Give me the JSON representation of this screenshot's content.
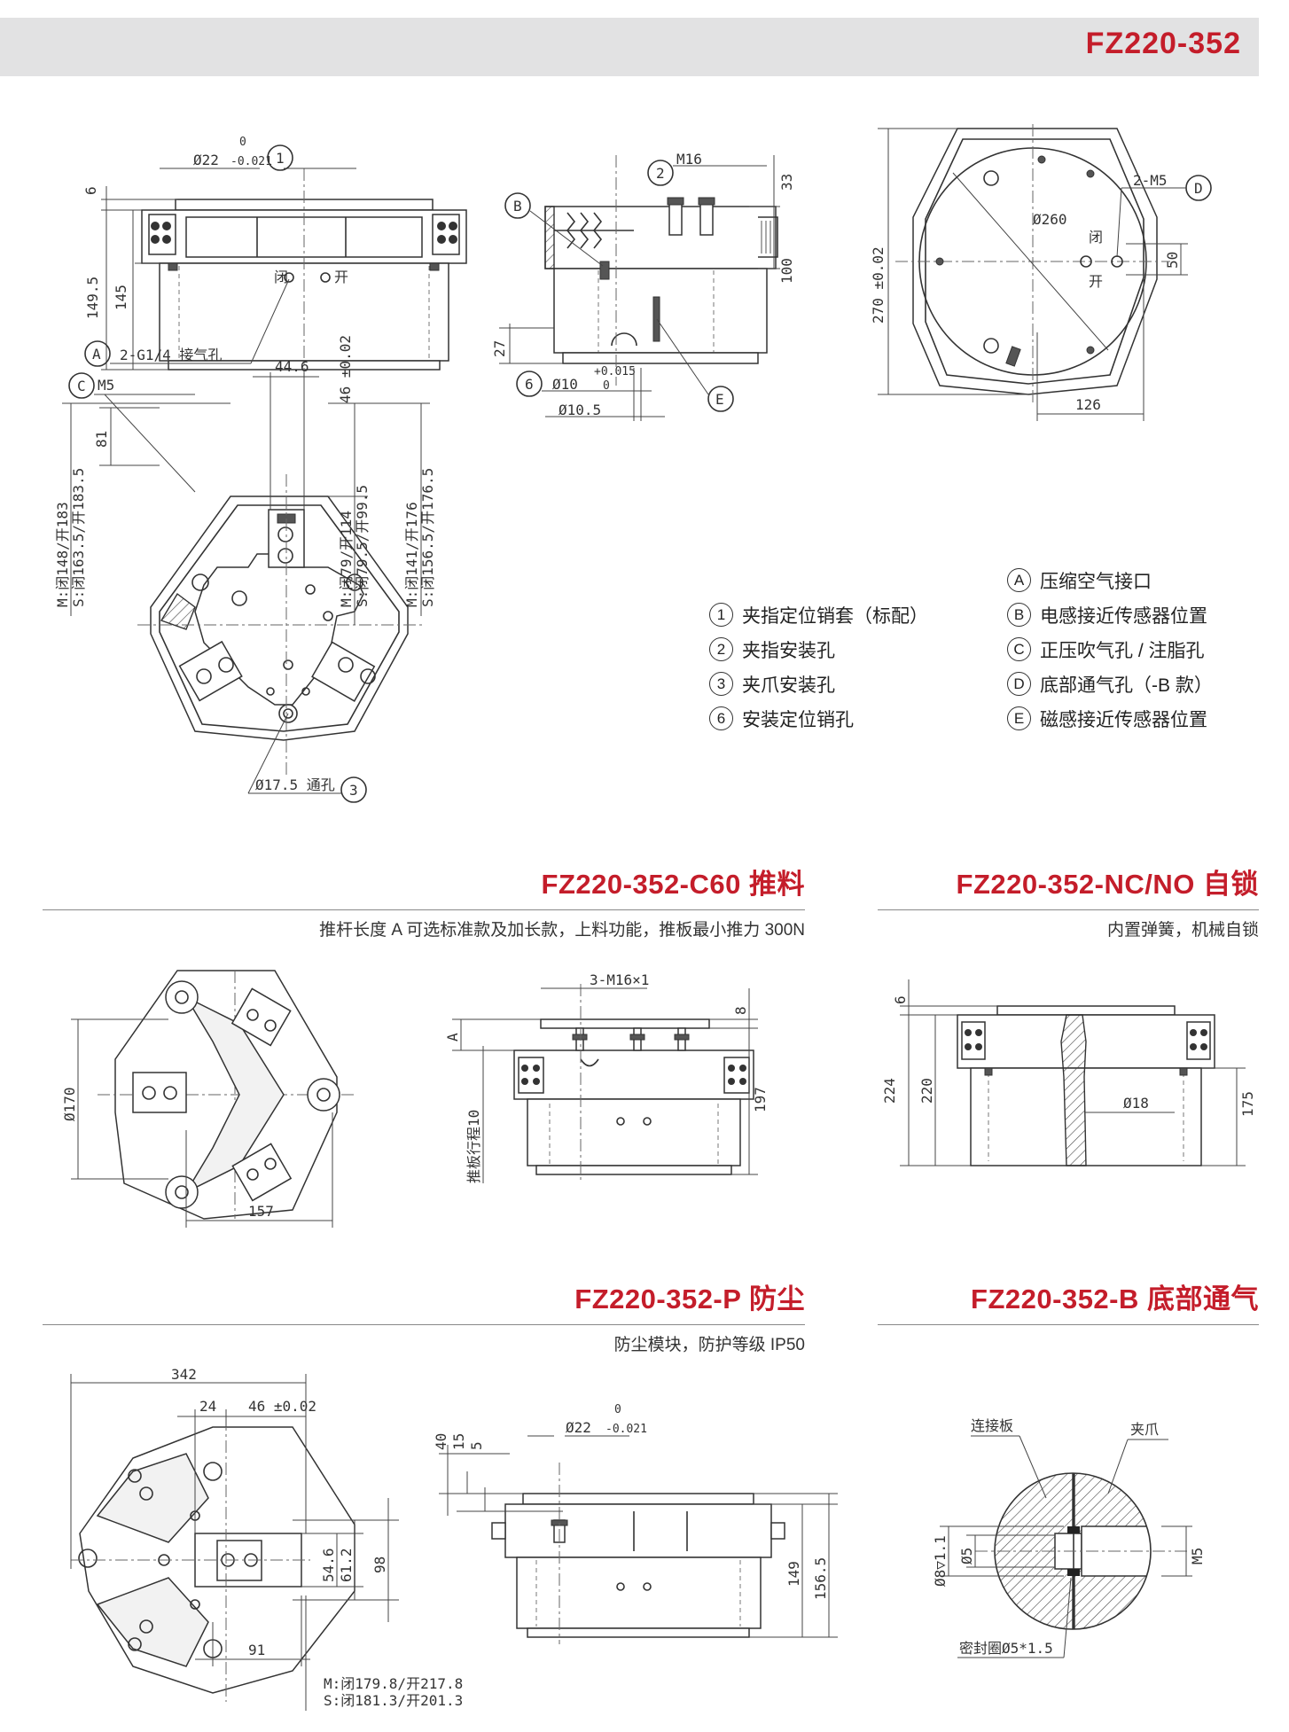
{
  "header": {
    "model": "FZ220-352"
  },
  "legend": {
    "left": [
      {
        "mark": "1",
        "text": "夹指定位销套（标配）"
      },
      {
        "mark": "2",
        "text": "夹指安装孔"
      },
      {
        "mark": "3",
        "text": "夹爪安装孔"
      },
      {
        "mark": "6",
        "text": "安装定位销孔"
      }
    ],
    "right": [
      {
        "mark": "A",
        "text": "压缩空气接口"
      },
      {
        "mark": "B",
        "text": "电感接近传感器位置"
      },
      {
        "mark": "C",
        "text": "正压吹气孔 / 注脂孔"
      },
      {
        "mark": "D",
        "text": "底部通气孔（-B 款）"
      },
      {
        "mark": "E",
        "text": "磁感接近传感器位置"
      }
    ]
  },
  "sections": {
    "c60": {
      "title": "FZ220-352-C60 推料",
      "subtitle": "推杆长度 A 可选标准款及加长款，上料功能，推板最小推力 300N"
    },
    "ncno": {
      "title": "FZ220-352-NC/NO 自锁",
      "subtitle": "内置弹簧，机械自锁"
    },
    "p": {
      "title": "FZ220-352-P 防尘",
      "subtitle": "防尘模块，防护等级 IP50"
    },
    "b": {
      "title": "FZ220-352-B 底部通气",
      "subtitle": ""
    }
  },
  "labels": {
    "d1": {
      "t6": "6",
      "t1495": "149.5",
      "t145": "145",
      "phi22": "Ø22",
      "tol0": "0",
      "tolm": "-0.021",
      "c1": "1",
      "close": "闭",
      "open": "开",
      "cA": "A",
      "port": "2-G1/4 接气孔"
    },
    "d2": {
      "c2": "2",
      "m16": "M16",
      "t33": "33",
      "t100": "100",
      "t27": "27",
      "cB": "B",
      "c6": "6",
      "phi10": "Ø10",
      "tolp": "+0.015",
      "tol0": "0",
      "phi105": "Ø10.5",
      "cE": "E"
    },
    "d3": {
      "t270": "270 ±0.02",
      "phi260": "Ø260",
      "m5": "2-M5",
      "cD": "D",
      "t50": "50",
      "t126": "126",
      "close": "闭",
      "open": "开"
    },
    "d4": {
      "cC": "C",
      "m5": "M5",
      "t446": "44.6",
      "t46": "46 ±0.02",
      "t81": "81",
      "l1a": "M:闭148/开183",
      "l1b": "S:闭163.5/开183.5",
      "l2a": "M:闭79/开114",
      "l2b": "S:闭79.5/开99.5",
      "l3a": "M:闭141/开176",
      "l3b": "S:闭156.5/开176.5",
      "hole": "Ø17.5 通孔",
      "c3": "3"
    },
    "d5": {
      "phi170": "Ø170",
      "t157": "157"
    },
    "d6": {
      "m16x1": "3-M16×1",
      "t8": "8",
      "tA": "A",
      "t197": "197",
      "stroke": "推板行程10"
    },
    "d7": {
      "t6": "6",
      "t224": "224",
      "t220": "220",
      "t175": "175",
      "phi18": "Ø18"
    },
    "d8": {
      "t342": "342",
      "t24": "24",
      "t46": "46 ±0.02",
      "t546": "54.6",
      "t612": "61.2",
      "t98": "98",
      "t91": "91",
      "la": "M:闭179.8/开217.8",
      "lb": "S:闭181.3/开201.3"
    },
    "d9": {
      "t40": "40",
      "t15": "15",
      "t5": "5",
      "phi22": "Ø22",
      "tol0": "0",
      "tolm": "-0.021",
      "t149": "149",
      "t1565": "156.5"
    },
    "d10": {
      "plate": "连接板",
      "jaw": "夹爪",
      "phi8": "Ø8▽1.1",
      "phi5": "Ø5",
      "m5": "M5",
      "seal": "密封圈Ø5*1.5"
    }
  },
  "colors": {
    "accent": "#c41d2a",
    "header_bg": "#e2e2e3"
  }
}
